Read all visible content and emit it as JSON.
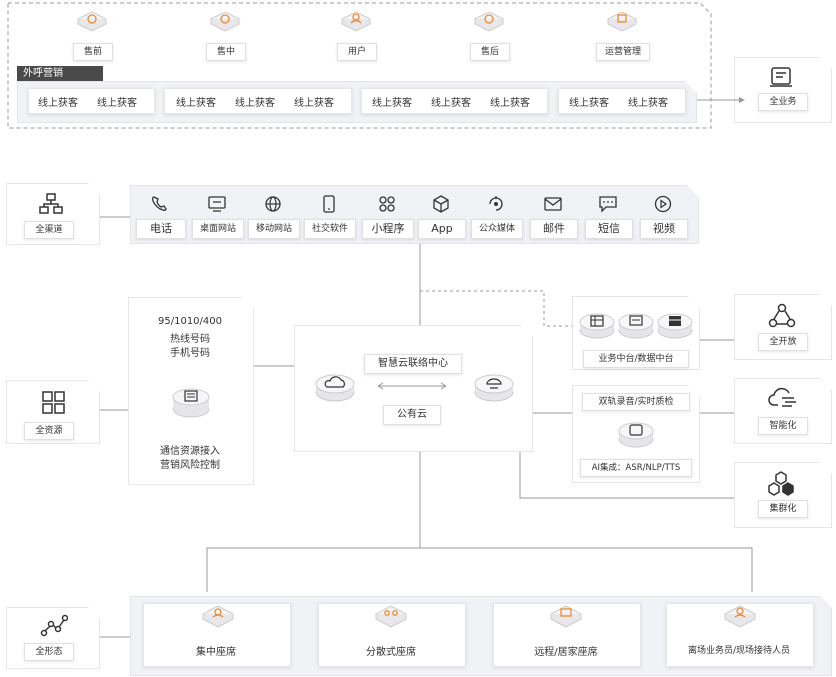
{
  "stages": [
    "售前",
    "售中",
    "用户",
    "售后",
    "运营管理"
  ],
  "outbound": {
    "title": "外呼营销",
    "groups": [
      [
        "线上获客",
        "线上获客"
      ],
      [
        "线上获客",
        "线上获客",
        "线上获客"
      ],
      [
        "线上获客",
        "线上获客",
        "线上获客"
      ],
      [
        "线上获客",
        "线上获客"
      ]
    ]
  },
  "all_business": "全业务",
  "all_channels": "全渠道",
  "channels": [
    "电话",
    "桌面网站",
    "移动网站",
    "社交软件",
    "小程序",
    "App",
    "公众媒体",
    "邮件",
    "短信",
    "视频"
  ],
  "resources": {
    "numbers": [
      "95/1010/400",
      "热线号码",
      "手机号码"
    ],
    "footer": [
      "通信资源接入",
      "营销风险控制"
    ]
  },
  "all_resources": "全资源",
  "center": {
    "title": "智慧云联络中心",
    "sub": "公有云"
  },
  "middle_platform": "业务中台/数据中台",
  "open": "全开放",
  "ai": {
    "title": "双轨录音/实时质检",
    "integration": "AI集成：ASR/NLP/TTS"
  },
  "intelligent": "智能化",
  "cluster": "集群化",
  "all_forms": "全形态",
  "seats": [
    "集中座席",
    "分散式座席",
    "远程/居家座席",
    "离场业务员/现场接待人员"
  ],
  "colors": {
    "accent": "#f08a2e",
    "line": "#9a9a9a",
    "dark_tag": "#4a4a4a"
  }
}
